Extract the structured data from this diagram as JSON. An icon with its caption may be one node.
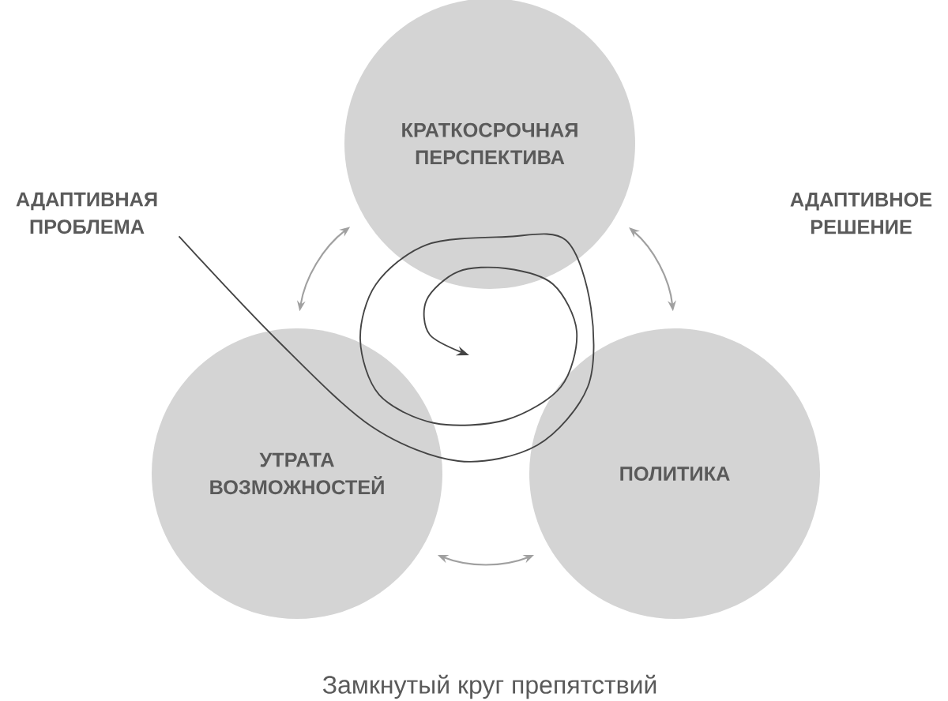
{
  "diagram": {
    "caption": "Замкнутый круг препятствий",
    "nodes": [
      {
        "text": [
          "КРАТКОСРОЧНАЯ ПЕРСПЕКТИВА"
        ]
      },
      {
        "text": [
          "УТРАТА ВОЗМОЖНОСТЕЙ"
        ]
      },
      {
        "text": [
          "ПОЛИТИКА"
        ]
      },
      {
        "text": [
          "АДАПТИВНАЯ ПРОБЛЕМА"
        ]
      }
    ],
    "edges": [
      {
        "from": 0,
        "to": 1,
        "arrow": "both"
      },
      {
        "from": 0,
        "to": 2,
        "arrow": "both"
      },
      {
        "from": 1,
        "to": 2,
        "arrow": "both"
      },
      {
        "from": 3,
        "to": null,
        "arrow": "to",
        "color": "#444444"
      }
    ],
    "labels": [
      "АДАПТИВНОЕ РЕШЕНИЕ"
    ]
  }
}
